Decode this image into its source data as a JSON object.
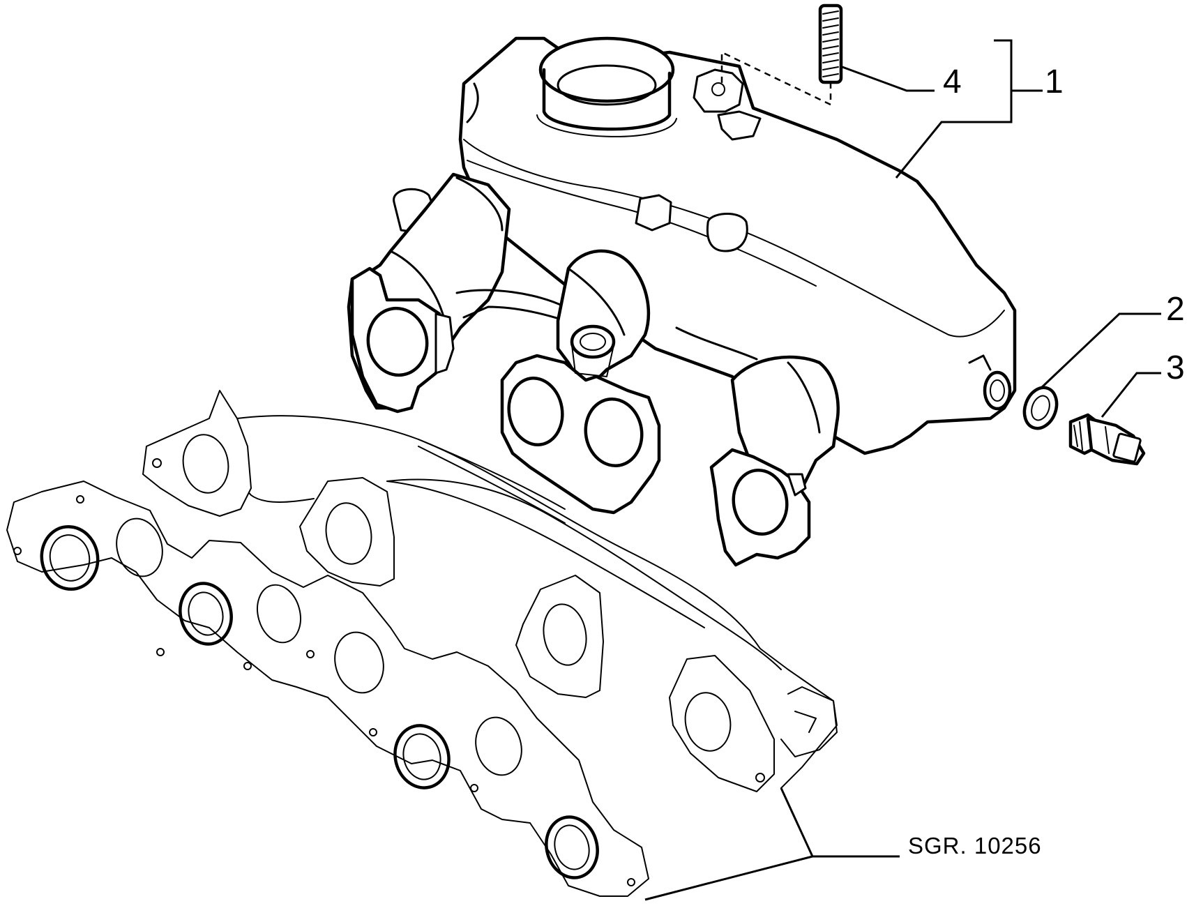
{
  "callouts": {
    "part_1": "1",
    "part_2": "2",
    "part_3": "3",
    "part_4": "4"
  },
  "reference_code": "SGR. 10256"
}
